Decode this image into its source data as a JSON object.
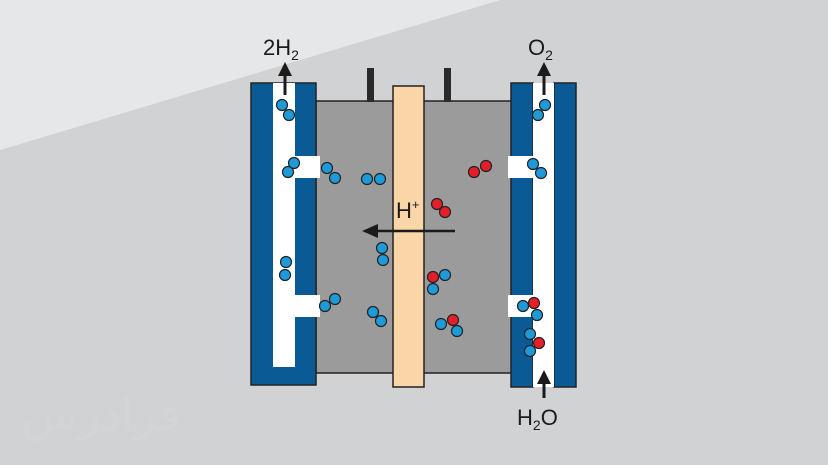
{
  "labels": {
    "hydrogen": {
      "main": "2H",
      "sub": "2"
    },
    "oxygen": {
      "main": "O",
      "sub": "2"
    },
    "water": {
      "pre": "H",
      "sub": "2",
      "post": "O"
    },
    "proton": {
      "main": "H",
      "sup": "+"
    }
  },
  "watermark": "فرادرس",
  "colors": {
    "background": "#e6e7e9",
    "shadow": "#d0d1d3",
    "electrode": "#0a5a96",
    "channel": "#ffffff",
    "electrolyte": "#9b9b9b",
    "membrane": "#f9d5a7",
    "atom_blue": "#1f9ad8",
    "atom_red": "#e3202a",
    "stroke": "#222222"
  },
  "icons": {
    "flow_arrow": "arrow-up-icon",
    "proton_arrow": "arrow-left-icon",
    "terminal": "terminal-icon"
  }
}
